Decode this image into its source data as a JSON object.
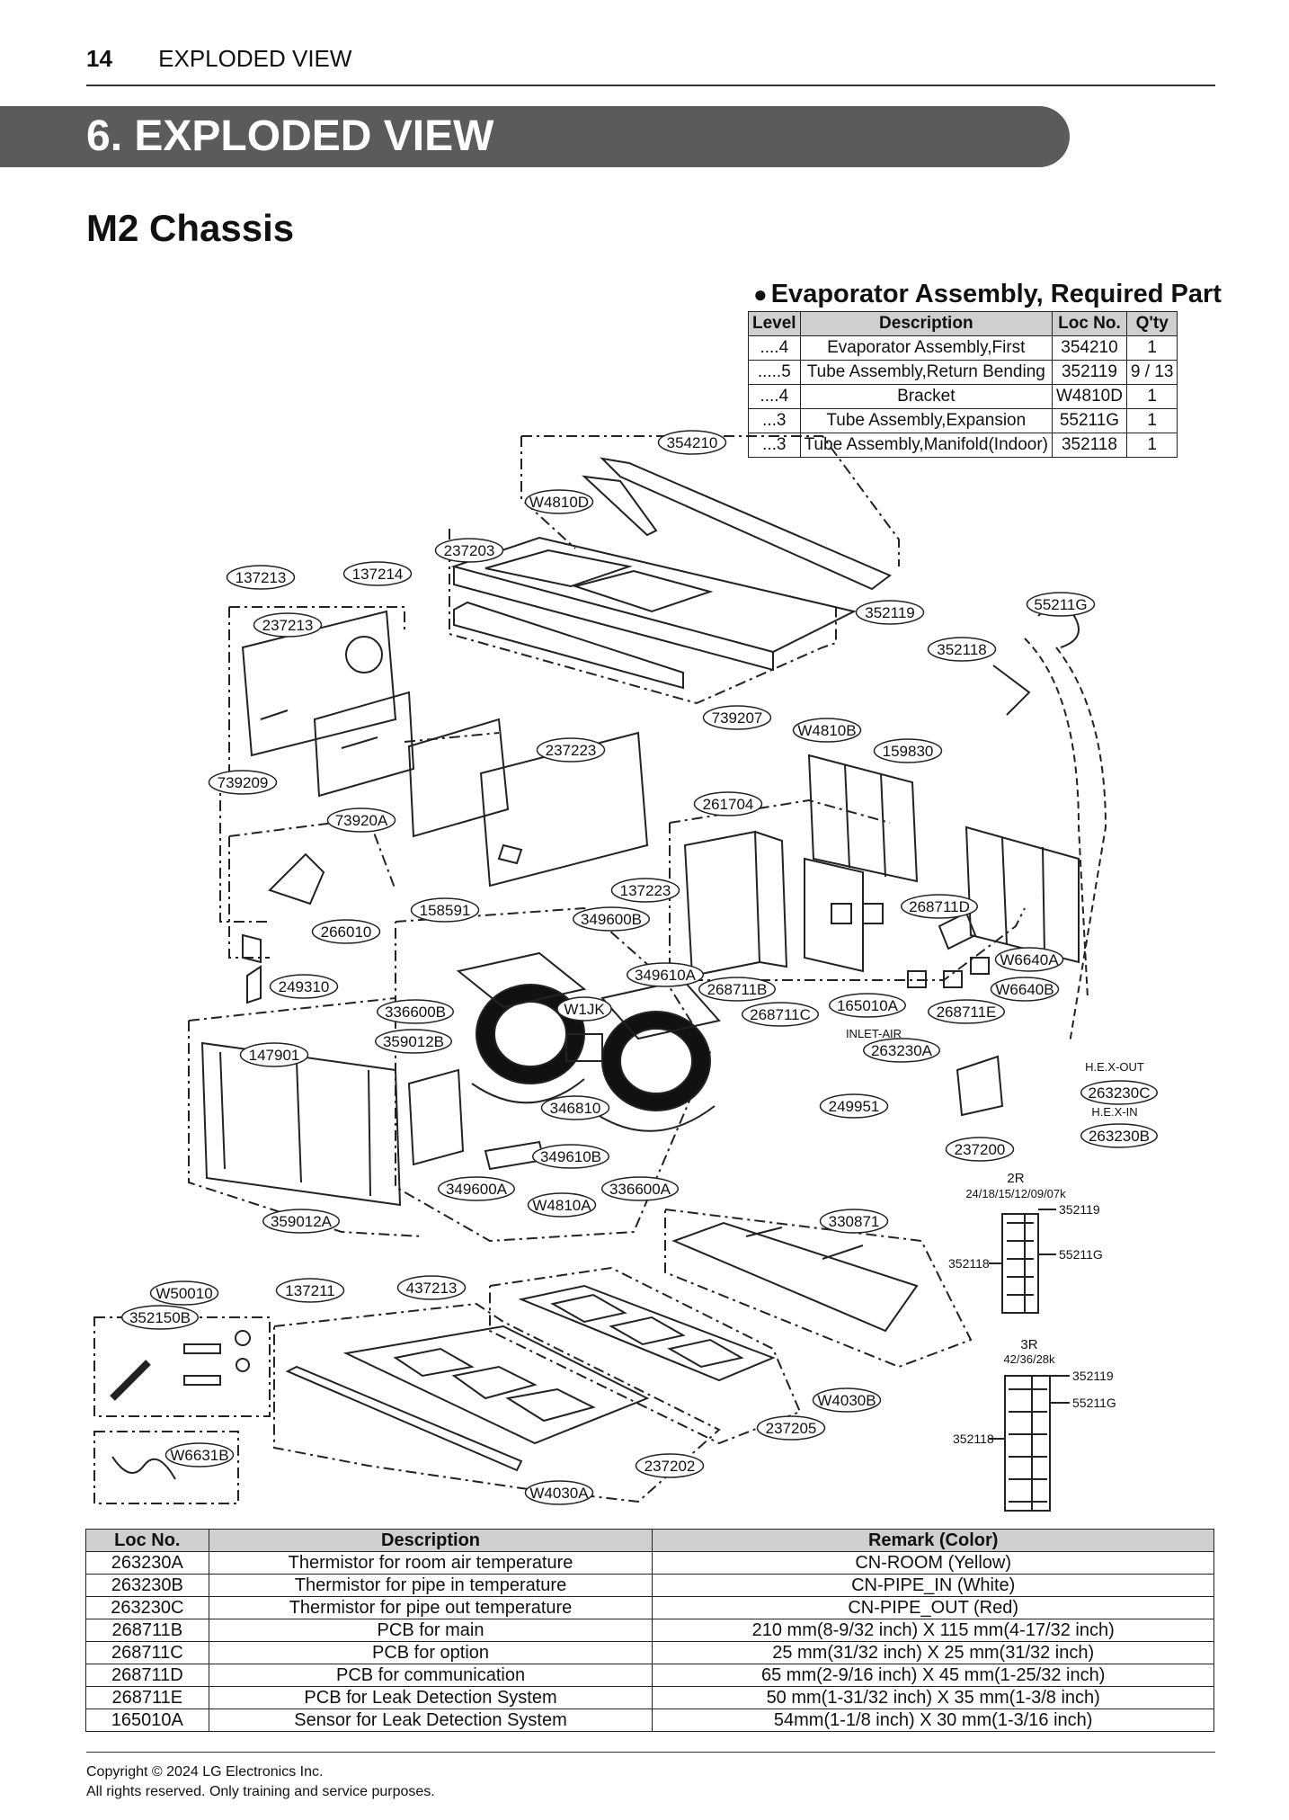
{
  "header": {
    "page_number": "14",
    "section": "EXPLODED VIEW"
  },
  "banner": {
    "title": "6. EXPLODED VIEW"
  },
  "subtitle": "M2 Chassis",
  "evaporator": {
    "title": "Evaporator Assembly, Required Part",
    "headers": [
      "Level",
      "Description",
      "Loc No.",
      "Q'ty"
    ],
    "rows": [
      [
        "....4",
        "Evaporator Assembly,First",
        "354210",
        "1"
      ],
      [
        ".....5",
        "Tube Assembly,Return Bending",
        "352119",
        "9 / 13"
      ],
      [
        "....4",
        "Bracket",
        "W4810D",
        "1"
      ],
      [
        "...3",
        "Tube Assembly,Expansion",
        "55211G",
        "1"
      ],
      [
        "...3",
        "Tube Assembly,Manifold(Indoor)",
        "352118",
        "1"
      ]
    ]
  },
  "diagram": {
    "labels": [
      "354210",
      "W4810D",
      "237203",
      "137213",
      "137214",
      "352119",
      "55211G",
      "352118",
      "237213",
      "739207",
      "W4810B",
      "159830",
      "237223",
      "739209",
      "73920A",
      "261704",
      "137223",
      "349600B",
      "268711D",
      "158591",
      "266010",
      "349610A",
      "W6640A",
      "268711B",
      "W1JK",
      "165010A",
      "W6640B",
      "249310",
      "336600B",
      "268711C",
      "268711E",
      "INLET-AIR",
      "359012B",
      "263230A",
      "147901",
      "H.E.X-OUT",
      "263230C",
      "346810",
      "249951",
      "H.E.X-IN",
      "263230B",
      "237200",
      "349610B",
      "336600A",
      "349600A",
      "W4810A",
      "359012A",
      "330871",
      "W50010",
      "137211",
      "437213",
      "352150B",
      "W4030B",
      "237205",
      "W6631B",
      "237202",
      "W4030A"
    ],
    "inset_2r": {
      "title": "2R",
      "subtitle": "24/18/15/12/09/07k",
      "labels": [
        "352119",
        "352118",
        "55211G"
      ]
    },
    "inset_3r": {
      "title": "3R",
      "subtitle": "42/36/28k",
      "labels": [
        "352119",
        "55211G",
        "352118"
      ]
    }
  },
  "parts_table": {
    "headers": [
      "Loc No.",
      "Description",
      "Remark (Color)"
    ],
    "rows": [
      [
        "263230A",
        "Thermistor for room air temperature",
        "CN-ROOM (Yellow)"
      ],
      [
        "263230B",
        "Thermistor for pipe in temperature",
        "CN-PIPE_IN (White)"
      ],
      [
        "263230C",
        "Thermistor for pipe out temperature",
        "CN-PIPE_OUT (Red)"
      ],
      [
        "268711B",
        "PCB for main",
        "210 mm(8-9/32 inch) X 115 mm(4-17/32 inch)"
      ],
      [
        "268711C",
        "PCB for option",
        "25 mm(31/32 inch) X 25 mm(31/32 inch)"
      ],
      [
        "268711D",
        "PCB for communication",
        "65 mm(2-9/16 inch) X 45 mm(1-25/32 inch)"
      ],
      [
        "268711E",
        "PCB for Leak Detection System",
        "50 mm(1-31/32 inch) X 35 mm(1-3/8 inch)"
      ],
      [
        "165010A",
        "Sensor for Leak Detection System",
        "54mm(1-1/8 inch) X 30 mm(1-3/16 inch)"
      ]
    ]
  },
  "footer": {
    "line1": "Copyright © 2024 LG Electronics Inc.",
    "line2": "All rights reserved. Only training and service purposes."
  }
}
